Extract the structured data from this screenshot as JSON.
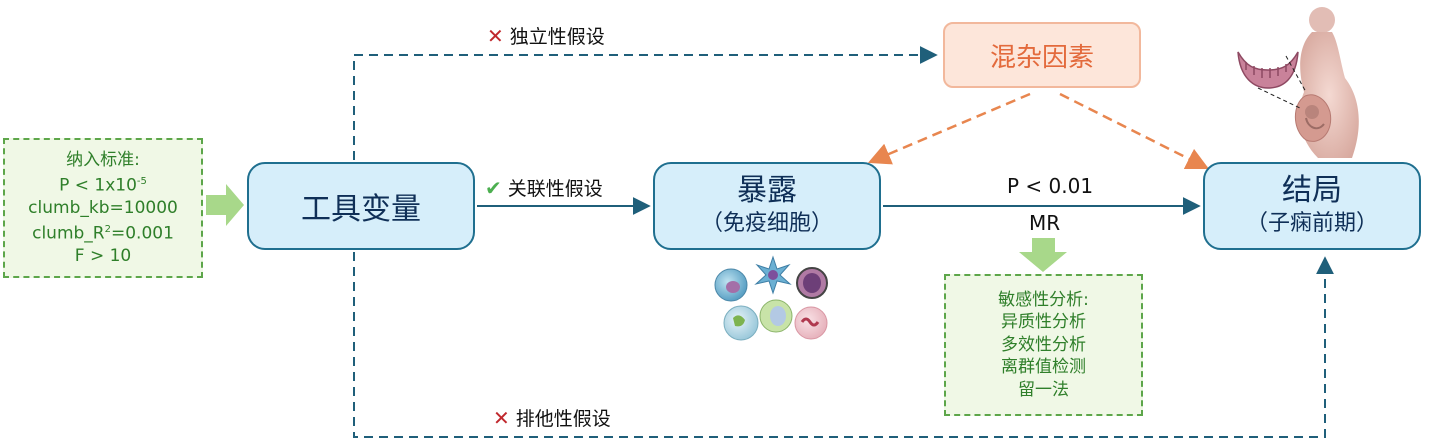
{
  "nodes": {
    "instrument": "工具变量",
    "exposure_title": "暴露",
    "exposure_subtitle": "（免疫细胞）",
    "outcome_title": "结局",
    "outcome_subtitle": "（子痫前期）",
    "confounder": "混杂因素"
  },
  "assumptions": {
    "independence": "独立性假设",
    "relevance": "关联性假设",
    "exclusion": "排他性假设"
  },
  "edge_labels": {
    "p_value": "P < 0.01",
    "method": "MR"
  },
  "inclusion": {
    "heading": "纳入标准:",
    "p_prefix": "P < 1x10",
    "p_exponent": "-5",
    "kb": "clumb_kb=10000",
    "r2_prefix": "clumb_R",
    "r2_exponent": "2",
    "r2_suffix": "=0.001",
    "f": "F > 10"
  },
  "sensitivity": {
    "heading": "敏感性分析:",
    "items": [
      "异质性分析",
      "多效性分析",
      "离群值检测",
      "留一法"
    ]
  },
  "icons": [
    "immune-cells-icon",
    "pregnant-woman-icon",
    "placenta-icon"
  ],
  "colors": {
    "box_fill": "#d6eefa",
    "box_border": "#1f6f8f",
    "arrow": "#1f5f7a",
    "confounder_fill": "#fde6da",
    "confounder_text": "#e36a3c",
    "confounder_arrow": "#e8864f",
    "green": "#5da64a",
    "cross": "#c0282d",
    "check": "#4caf50"
  }
}
